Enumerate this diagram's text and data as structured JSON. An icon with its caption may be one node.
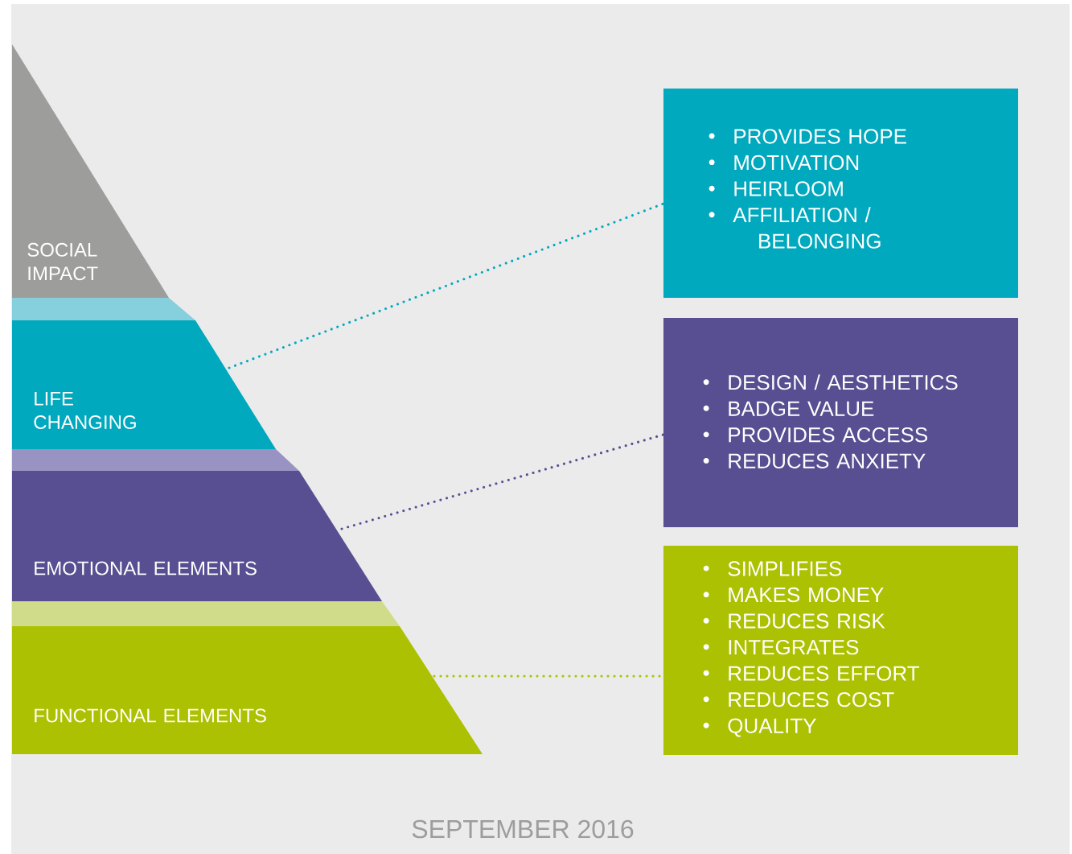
{
  "diagram": {
    "caption": "SEPTEMBER 2016",
    "nodes": [
      {
        "text": [
          "SOCIAL IMPACT"
        ]
      },
      {
        "text": [
          "LIFE CHANGING"
        ]
      },
      {
        "text": [
          "EMOTIONAL ELEMENTS"
        ]
      },
      {
        "text": [
          "FUNCTIONAL ELEMENTS"
        ]
      },
      {
        "text": [
          "PROVIDES HOPE",
          "MOTIVATION",
          "HEIRLOOM",
          "AFFILIATION / BELONGING"
        ]
      },
      {
        "text": [
          "DESIGN / AESTHETICS",
          "BADGE VALUE",
          "PROVIDES ACCESS",
          "REDUCES ANXIETY"
        ]
      },
      {
        "text": [
          "SIMPLIFIES",
          "MAKES MONEY",
          "REDUCES RISK",
          "INTEGRATES",
          "REDUCES EFFORT",
          "REDUCES COST",
          "QUALITY"
        ]
      }
    ],
    "edges": [
      {
        "from": 1,
        "to": 4,
        "arrow": "none",
        "style": "dashed",
        "color": "#00a9be"
      },
      {
        "from": 2,
        "to": 5,
        "arrow": "none",
        "style": "dashed",
        "color": "#574f91"
      },
      {
        "from": 3,
        "to": 6,
        "arrow": "none",
        "style": "dashed",
        "color": "#acc101"
      }
    ]
  }
}
